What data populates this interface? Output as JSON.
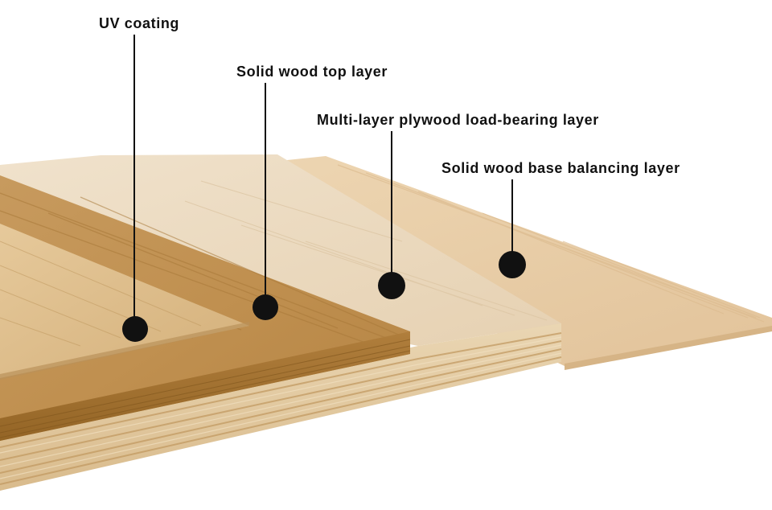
{
  "labels": {
    "uv_coating": "UV coating",
    "solid_top": "Solid wood top layer",
    "plywood": "Multi-layer plywood load-bearing layer",
    "base_balancing": "Solid wood base balancing layer"
  },
  "colors": {
    "background": "#ffffff",
    "label_text": "#111111",
    "leader": "#111111",
    "oak_top": "#c89a5c",
    "oak_mid": "#bf8e4e",
    "oak_edge": "#a27233",
    "maple_face": "#ecdcc4",
    "ply_light": "#e6cfa8",
    "ply_dark": "#c8a26a",
    "base_face": "#ebd2ad"
  }
}
